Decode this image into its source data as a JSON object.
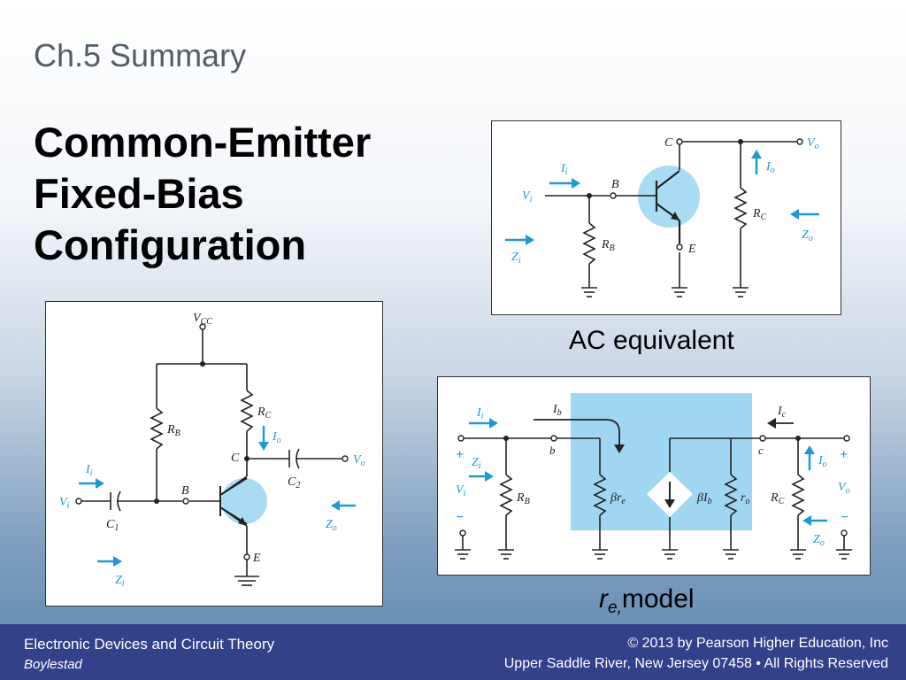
{
  "slide": {
    "subtitle": "Ch.5 Summary",
    "title_lines": [
      "Common-Emitter",
      "Fixed-Bias",
      "Configuration"
    ]
  },
  "captions": {
    "ac_equivalent": "AC equivalent",
    "re_model_r": "r",
    "re_model_sub": "e,",
    "re_model_word": "model"
  },
  "circuit_fixed_bias": {
    "vcc": "V",
    "vcc_sub": "CC",
    "rb": "R",
    "rb_sub": "B",
    "rc": "R",
    "rc_sub": "C",
    "c_node": "C",
    "b_node": "B",
    "e_node": "E",
    "io": "I",
    "io_sub": "o",
    "ii": "I",
    "ii_sub": "i",
    "vi": "V",
    "vi_sub": "i",
    "vo": "V",
    "vo_sub": "o",
    "c1": "C",
    "c1_sub": "1",
    "c2": "C",
    "c2_sub": "2",
    "zi": "Z",
    "zi_sub": "i",
    "zo": "Z",
    "zo_sub": "o"
  },
  "circuit_ac": {
    "c_node": "C",
    "b_node": "B",
    "e_node": "E",
    "vo": "V",
    "vo_sub": "o",
    "ii": "I",
    "ii_sub": "i",
    "io": "I",
    "io_sub": "o",
    "vi": "V",
    "vi_sub": "i",
    "rc": "R",
    "rc_sub": "C",
    "rb": "R",
    "rb_sub": "B",
    "zo": "Z",
    "zo_sub": "o",
    "zi": "Z",
    "zi_sub": "i"
  },
  "circuit_re": {
    "ii": "I",
    "ii_sub": "i",
    "ib": "I",
    "ib_sub": "b",
    "ic": "I",
    "ic_sub": "c",
    "zi": "Z",
    "zi_sub": "i",
    "vi": "V",
    "vi_sub": "i",
    "rb": "R",
    "rb_sub": "B",
    "b_node": "b",
    "c_node": "c",
    "beta_re": "βr",
    "beta_re_sub": "e",
    "beta_ib": "βI",
    "beta_ib_sub": "b",
    "ro": "r",
    "ro_sub": "o",
    "rc": "R",
    "rc_sub": "C",
    "io": "I",
    "io_sub": "o",
    "vo": "V",
    "vo_sub": "o",
    "zo": "Z",
    "zo_sub": "o",
    "plus": "+",
    "minus": "−"
  },
  "footer": {
    "left_line1": "Electronic Devices and Circuit Theory",
    "left_line2": "Boylestad",
    "right_line1": "© 2013 by Pearson Higher Education, Inc",
    "right_line2": "Upper Saddle River, New Jersey 07458 • All Rights Reserved"
  },
  "colors": {
    "accent_blue": "#1a9bd7",
    "transistor_fill": "#a9dcf3",
    "model_fill": "#9fd6f2",
    "footer_bg": "#33408a"
  }
}
